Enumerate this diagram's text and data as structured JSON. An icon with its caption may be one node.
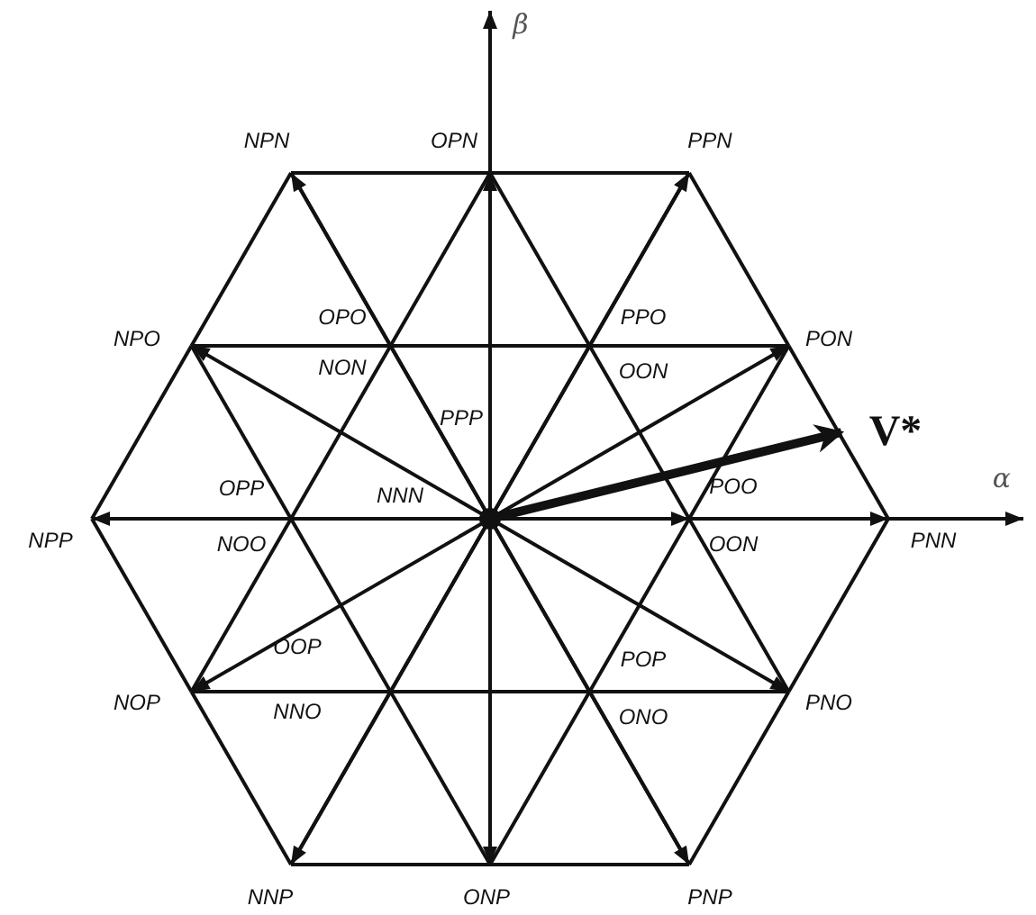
{
  "diagram": {
    "nodes": [
      {
        "text": [
          "NPN"
        ]
      },
      {
        "text": [
          "OPN"
        ]
      },
      {
        "text": [
          "PPN"
        ]
      },
      {
        "text": [
          "NPO"
        ]
      },
      {
        "text": [
          "PON"
        ]
      },
      {
        "text": [],
        "shape": "circle"
      },
      {
        "text": [
          "NPP"
        ]
      },
      {
        "text": [
          "POO",
          "OON"
        ]
      },
      {
        "text": [
          "PNN"
        ]
      },
      {
        "text": [
          "NOP"
        ]
      },
      {
        "text": [
          "PNO"
        ]
      },
      {
        "text": [
          "NNP"
        ]
      },
      {
        "text": [
          "ONP"
        ]
      },
      {
        "text": [
          "PNP"
        ]
      }
    ],
    "edges": [
      {
        "from": 5,
        "to": 0,
        "arrow": "to"
      },
      {
        "from": 5,
        "to": 1,
        "arrow": "to"
      },
      {
        "from": 5,
        "to": 2,
        "arrow": "to"
      },
      {
        "from": 5,
        "to": 3,
        "arrow": "to"
      },
      {
        "from": 5,
        "to": 4,
        "arrow": "to"
      },
      {
        "from": 5,
        "to": 6,
        "arrow": "to"
      },
      {
        "from": 5,
        "to": 7,
        "arrow": "to"
      },
      {
        "from": 5,
        "to": 8,
        "arrow": "to"
      },
      {
        "from": 5,
        "to": 9,
        "arrow": "to"
      },
      {
        "from": 5,
        "to": 10,
        "arrow": "to"
      },
      {
        "from": 5,
        "to": 11,
        "arrow": "to"
      },
      {
        "from": 5,
        "to": 12,
        "arrow": "to"
      },
      {
        "from": 5,
        "to": 13,
        "arrow": "to"
      },
      {
        "from": 5,
        "to": null,
        "arrow": "to",
        "style": "thick",
        "label": "V*"
      }
    ],
    "labels": [
      "β",
      "OPO",
      "NON",
      "PPO",
      "OON",
      "PPP",
      "OPP",
      "NOO",
      "NNN",
      "α",
      "OOP",
      "NNO",
      "POP",
      "ONO"
    ]
  }
}
